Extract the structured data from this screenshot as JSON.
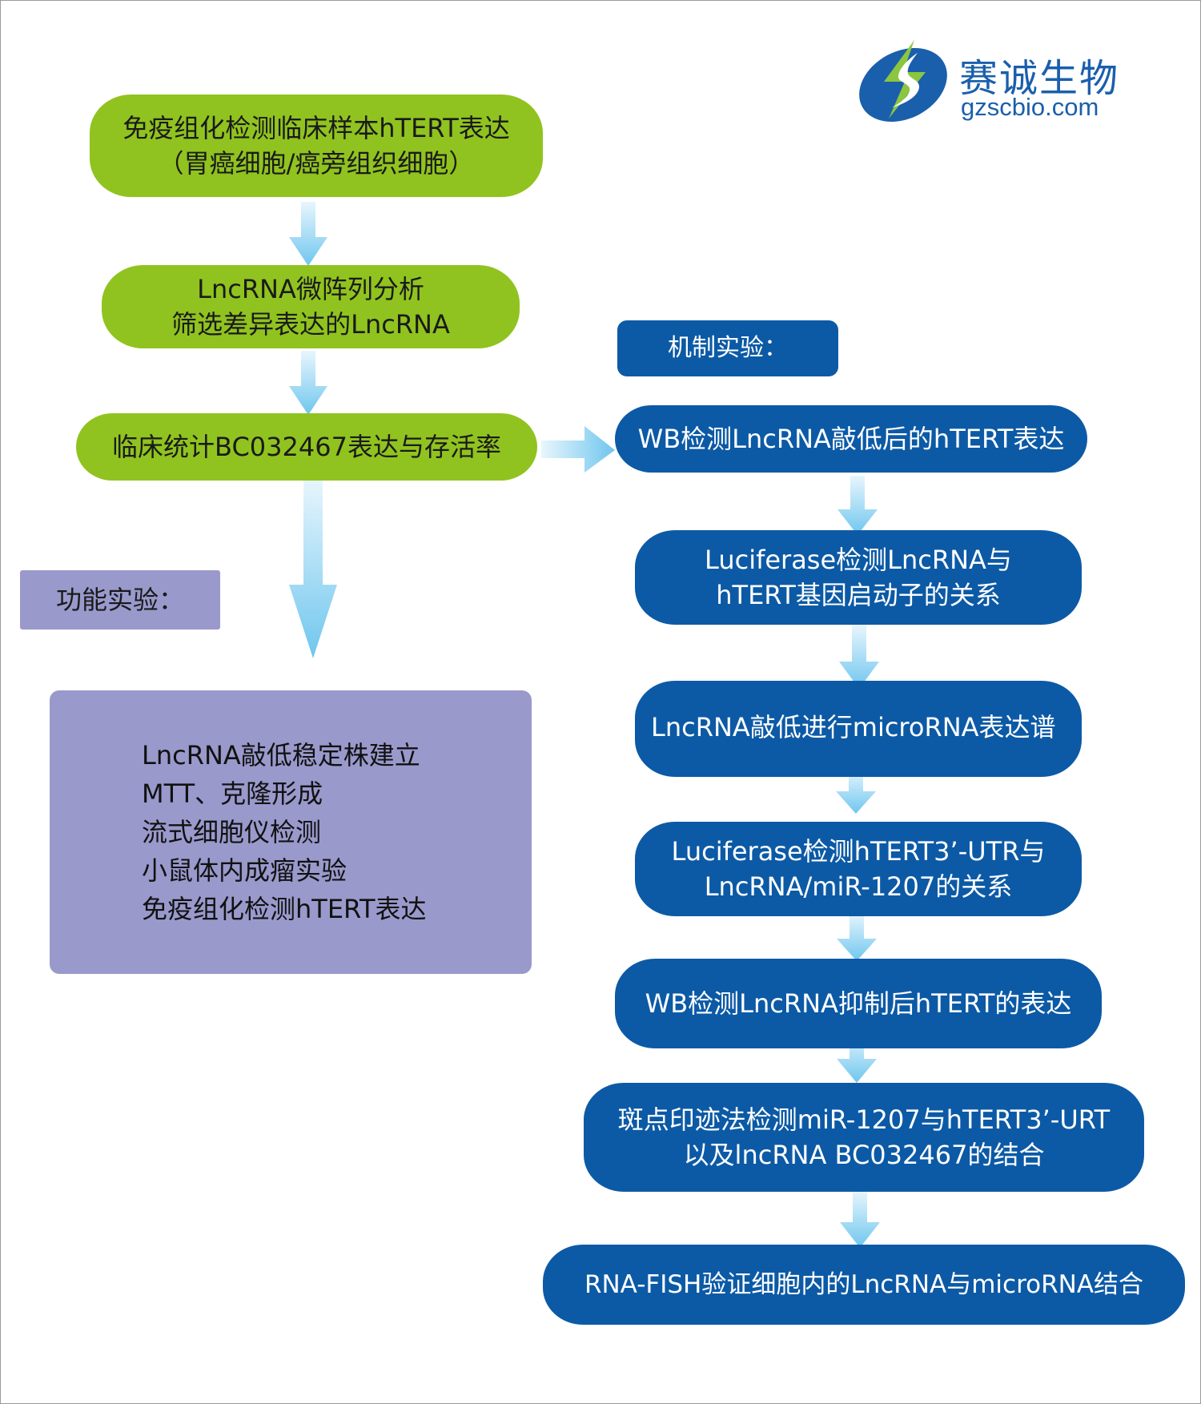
{
  "logo": {
    "name_cn": "赛诚生物",
    "domain": "gzscbio.com",
    "icon": "green-blue-s-leaf-icon"
  },
  "colors": {
    "green": "#90c31f",
    "blue": "#0c5aa6",
    "purple": "#9999cc",
    "arrow": "#8ad1f0",
    "logo_blue": "#1a5fac",
    "logo_green": "#8cc63f"
  },
  "left_flow": {
    "step1": [
      "免疫组化检测临床样本hTERT表达",
      "（胃癌细胞/癌旁组织细胞）"
    ],
    "step2": [
      "LncRNA微阵列分析",
      "筛选差异表达的LncRNA"
    ],
    "step3": "临床统计BC032467表达与存活率"
  },
  "functional": {
    "label": "功能实验：",
    "items": [
      "LncRNA敲低稳定株建立",
      "MTT、克隆形成",
      "流式细胞仪检测",
      "小鼠体内成瘤实验",
      "免疫组化检测hTERT表达"
    ]
  },
  "mechanism": {
    "label": "机制实验：",
    "steps": [
      [
        "WB检测LncRNA敲低后的hTERT表达"
      ],
      [
        "Luciferase检测LncRNA与",
        "hTERT基因启动子的关系"
      ],
      [
        "LncRNA敲低进行microRNA表达谱"
      ],
      [
        "Luciferase检测hTERT3’-UTR与",
        "LncRNA/miR-1207的关系"
      ],
      [
        "WB检测LncRNA抑制后hTERT的表达"
      ],
      [
        "斑点印迹法检测miR-1207与hTERT3’-URT",
        "以及lncRNA BC032467的结合"
      ],
      [
        "RNA-FISH验证细胞内的LncRNA与microRNA结合"
      ]
    ]
  }
}
